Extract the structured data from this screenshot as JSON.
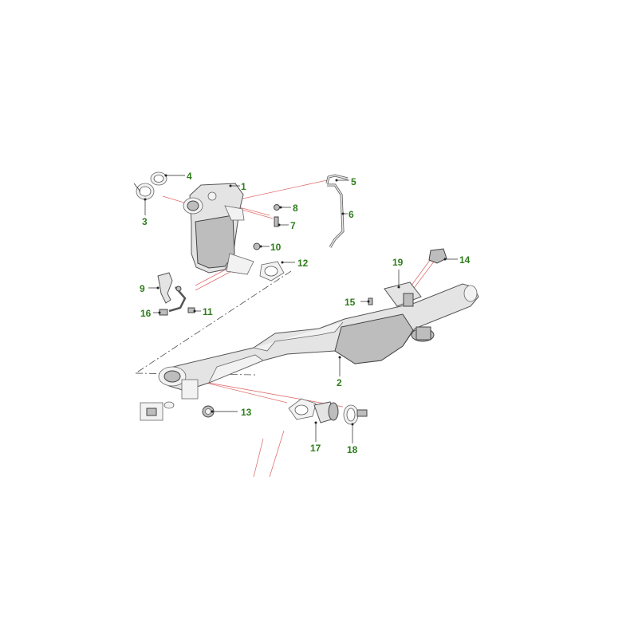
{
  "diagram": {
    "callouts": [
      {
        "id": "c1",
        "label": "1"
      },
      {
        "id": "c2",
        "label": "2"
      },
      {
        "id": "c3",
        "label": "3"
      },
      {
        "id": "c4",
        "label": "4"
      },
      {
        "id": "c5",
        "label": "5"
      },
      {
        "id": "c6",
        "label": "6"
      },
      {
        "id": "c7",
        "label": "7"
      },
      {
        "id": "c8",
        "label": "8"
      },
      {
        "id": "c9",
        "label": "9"
      },
      {
        "id": "c10",
        "label": "10"
      },
      {
        "id": "c11",
        "label": "11"
      },
      {
        "id": "c12",
        "label": "12"
      },
      {
        "id": "c13",
        "label": "13"
      },
      {
        "id": "c14",
        "label": "14"
      },
      {
        "id": "c15",
        "label": "15"
      },
      {
        "id": "c16",
        "label": "16"
      },
      {
        "id": "c17",
        "label": "17"
      },
      {
        "id": "c18",
        "label": "18"
      },
      {
        "id": "c19",
        "label": "19"
      }
    ],
    "colors": {
      "callout_text": "#2f7d1c",
      "leader_line": "#222222",
      "reference_line": "#e07070",
      "part_fill": "#e4e4e4",
      "part_outline": "#555555"
    }
  }
}
